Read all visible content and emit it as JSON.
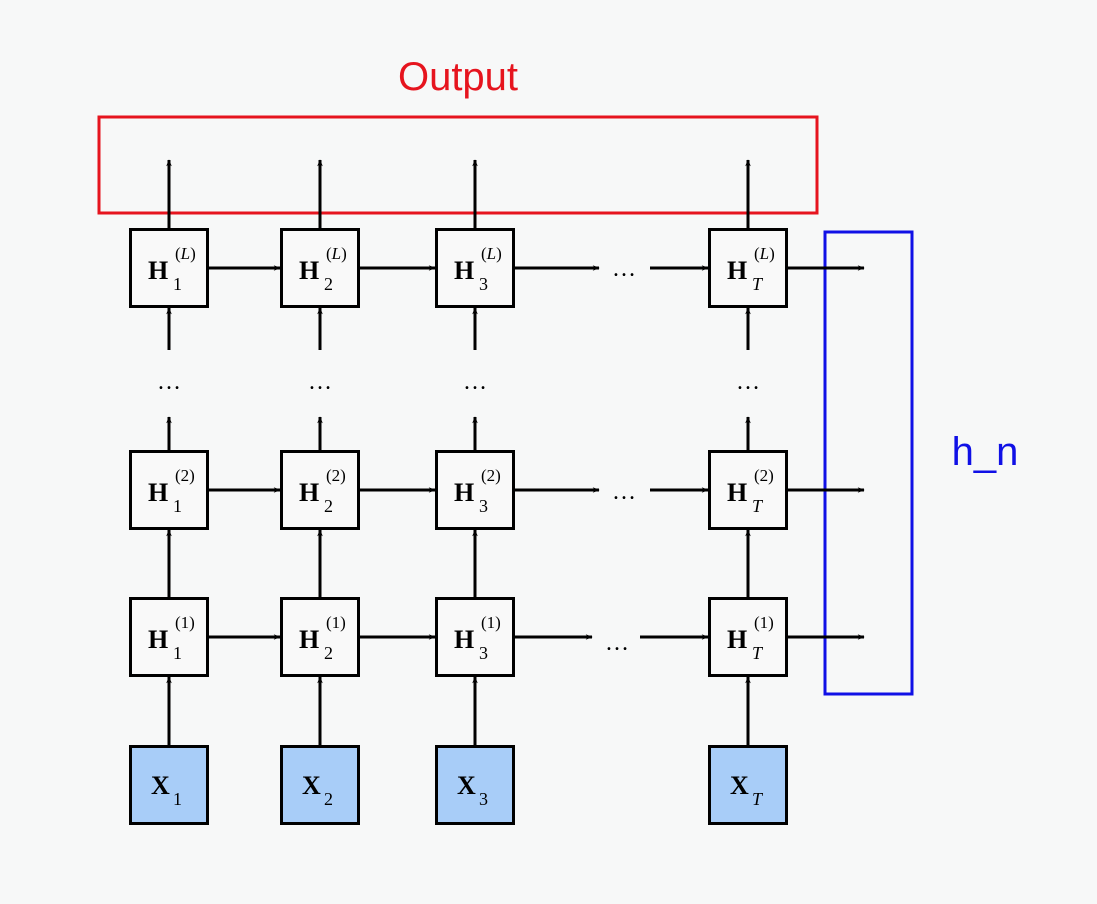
{
  "colors": {
    "background": "#f7f8f8",
    "output_box": "#e6141e",
    "hn_box": "#1010e6",
    "input_fill": "#a8cdf8",
    "cell_fill": "#f9f9f9",
    "stroke": "#000000"
  },
  "labels": {
    "output": "Output",
    "h_n": "h_n",
    "ellipsis": "…"
  },
  "timesteps": [
    "1",
    "2",
    "3",
    "T"
  ],
  "layers": [
    "(1)",
    "(2)",
    "(L)"
  ],
  "cell_symbol": "H",
  "input_symbol": "X"
}
